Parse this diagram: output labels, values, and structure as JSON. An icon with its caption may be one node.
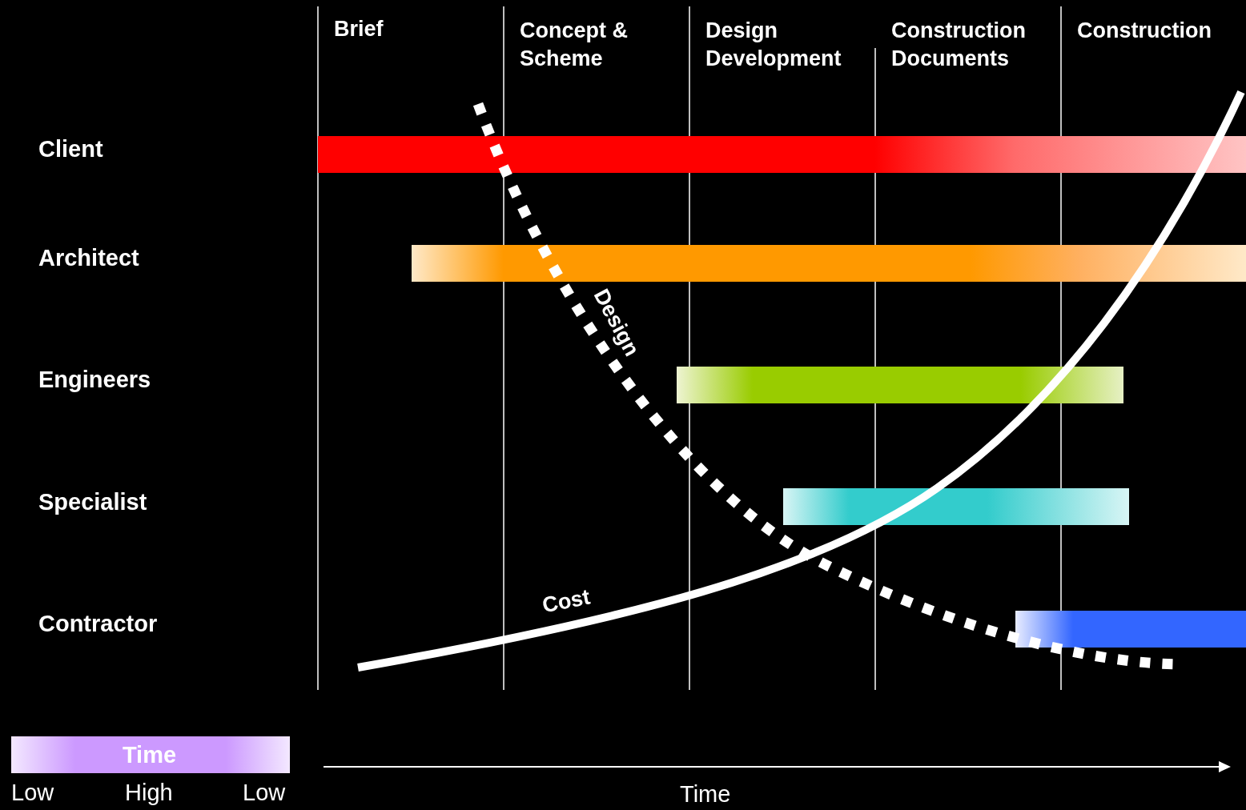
{
  "diagram": {
    "nodes": [
      {
        "text": [],
        "shape": "bar"
      },
      {
        "text": [],
        "shape": "bar"
      },
      {
        "text": [],
        "shape": "bar"
      },
      {
        "text": [],
        "shape": "bar"
      },
      {
        "text": [],
        "shape": "bar"
      }
    ],
    "labels": [
      "Brief",
      "Concept & Scheme",
      "Design Development",
      "Construction Documents",
      "Construction",
      "Client",
      "Architect",
      "Engineers",
      "Specialist",
      "Contractor",
      "Design",
      "Cost",
      "Time",
      "Low",
      "High",
      "Low",
      "Time"
    ]
  }
}
